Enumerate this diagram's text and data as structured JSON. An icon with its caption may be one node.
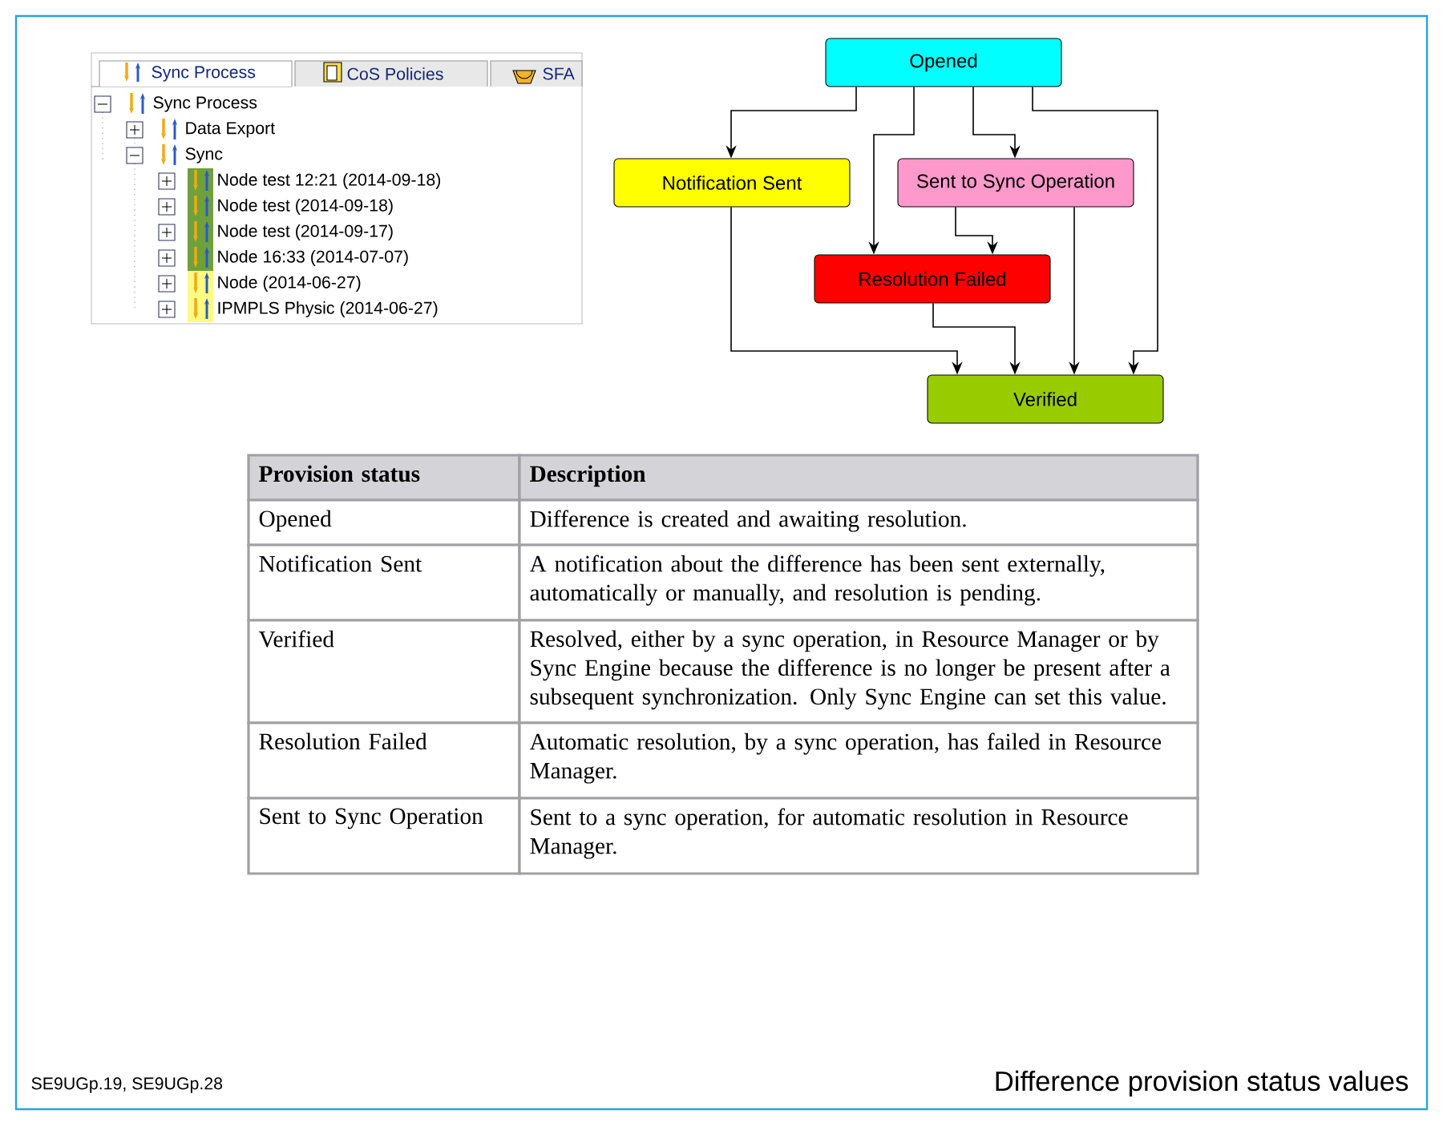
{
  "diagram": {
    "caption": "Difference provision status values",
    "nodes": [
      {
        "text": [
          "Opened"
        ]
      },
      {
        "text": [
          "Notification Sent"
        ]
      },
      {
        "text": [
          "Sent to Sync Operation"
        ]
      },
      {
        "text": [
          "Resolution Failed"
        ]
      },
      {
        "text": [
          "Verified"
        ]
      }
    ],
    "edges": [
      {
        "from": 0,
        "to": 1,
        "arrow": "to"
      },
      {
        "from": 0,
        "to": 3,
        "arrow": "to"
      },
      {
        "from": 0,
        "to": 2,
        "arrow": "to"
      },
      {
        "from": 0,
        "to": 4,
        "arrow": "to"
      },
      {
        "from": 1,
        "to": 4,
        "arrow": "to"
      },
      {
        "from": 2,
        "to": 3,
        "arrow": "to"
      },
      {
        "from": 2,
        "to": 4,
        "arrow": "to"
      },
      {
        "from": 3,
        "to": 4,
        "arrow": "to"
      }
    ],
    "labels": [
      "Sync Process",
      "CoS Policies",
      "SFA",
      "Sync Process",
      "Data Export",
      "Sync",
      "Node test 12:21 (2014-09-18)",
      "Node test (2014-09-18)",
      "Node test (2014-09-17)",
      "Node 16:33 (2014-07-07)",
      "Node (2014-06-27)",
      "IPMPLS Physic (2014-06-27)",
      "Provision status",
      "Description",
      "Opened",
      "Difference is created and awaiting resolution.",
      "Notification Sent",
      "A notification about the difference has been sent externally, automatically or manually, and resolution is pending.",
      "Verified",
      "Resolved, either by a sync operation, in Resource Manager or by Sync Engine because the difference is no longer be present after a subsequent synchronization. Only Sync Engine can set this value.",
      "Resolution Failed",
      "Automatic resolution, by a sync operation, has failed in Resource Manager.",
      "Sent to Sync Operation",
      "Sent to a sync operation, for automatic resolution in Resource Manager.",
      "SE9UGp.19, SE9UGp.28"
    ]
  }
}
